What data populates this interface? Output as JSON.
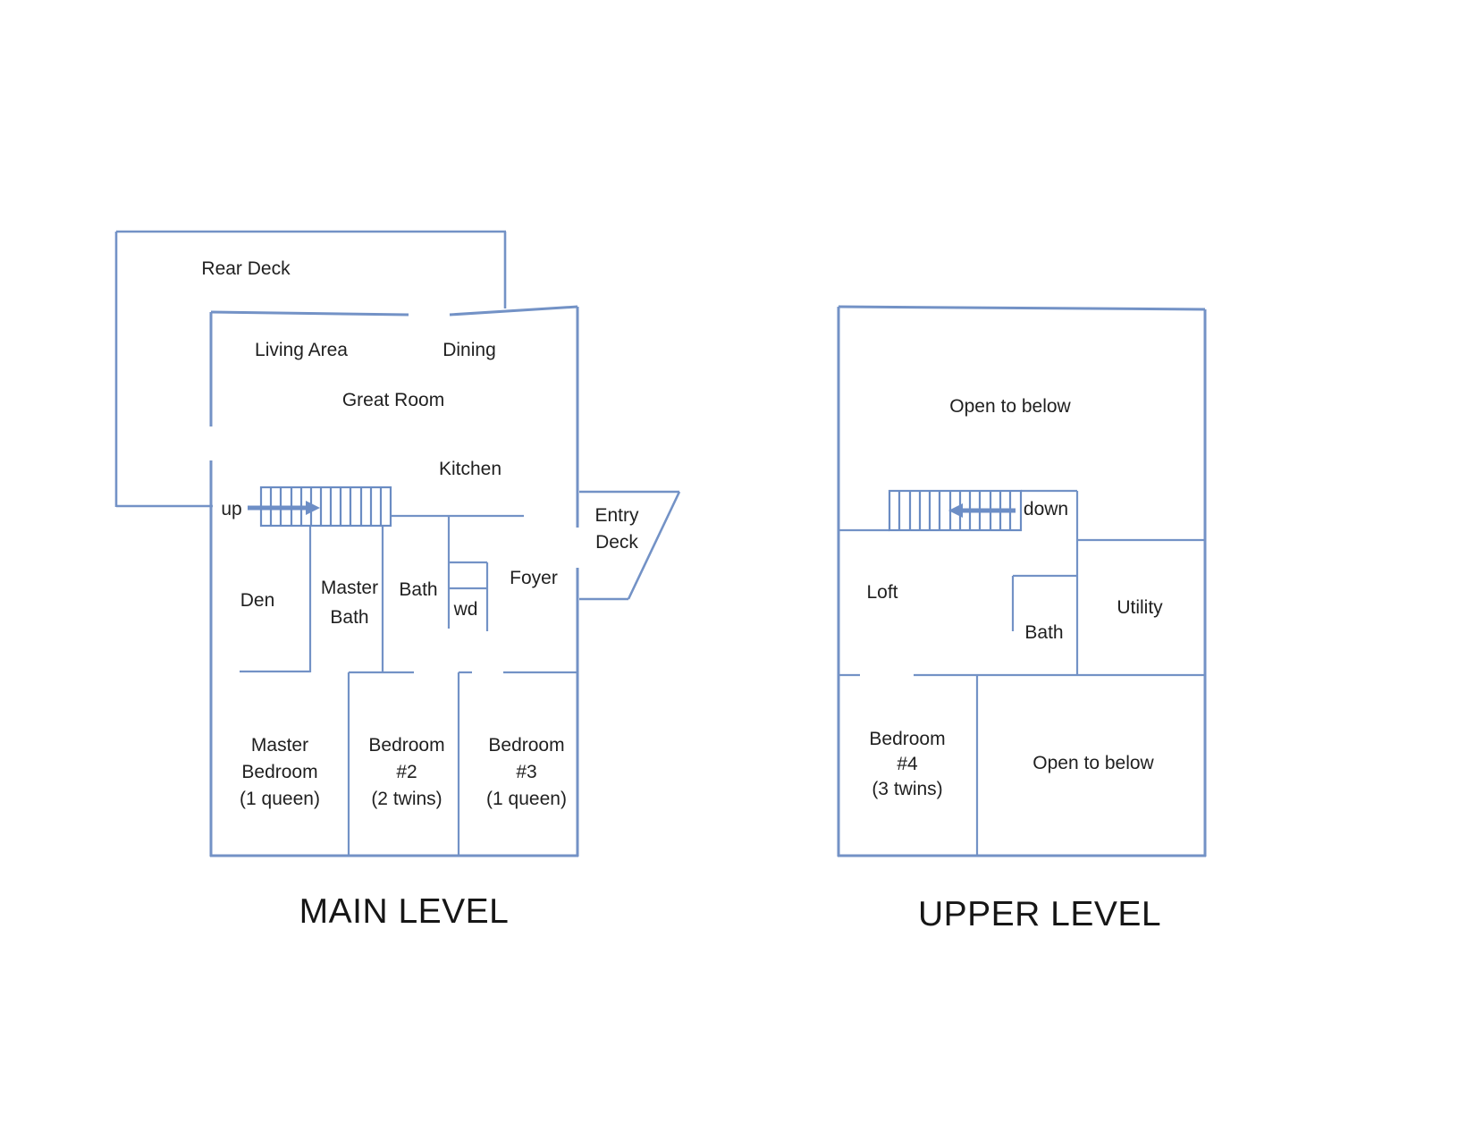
{
  "colors": {
    "wall_blue": "#7392c6",
    "stair_blue": "#6b8cc3",
    "arrow_blue": "#6d8ec6",
    "text_dark": "#1f1f1f"
  },
  "main_level": {
    "title": "MAIN LEVEL",
    "labels": {
      "rear_deck": "Rear Deck",
      "living_area": "Living Area",
      "dining": "Dining",
      "great_room": "Great Room",
      "kitchen": "Kitchen",
      "up": "up",
      "den": "Den",
      "master_bath": [
        "Master",
        "Bath"
      ],
      "bath": "Bath",
      "wd": "wd",
      "foyer": "Foyer",
      "entry_deck": [
        "Entry",
        "Deck"
      ],
      "master_bedroom": [
        "Master",
        "Bedroom",
        "(1 queen)"
      ],
      "bedroom2": [
        "Bedroom",
        "#2",
        "(2 twins)"
      ],
      "bedroom3": [
        "Bedroom",
        "#3",
        "(1 queen)"
      ]
    }
  },
  "upper_level": {
    "title": "UPPER LEVEL",
    "labels": {
      "open_to_below_top": "Open to below",
      "down": "down",
      "loft": "Loft",
      "bath": "Bath",
      "utility": "Utility",
      "bedroom4": [
        "Bedroom",
        "#4",
        "(3 twins)"
      ],
      "open_to_below_bottom": "Open to below"
    }
  }
}
